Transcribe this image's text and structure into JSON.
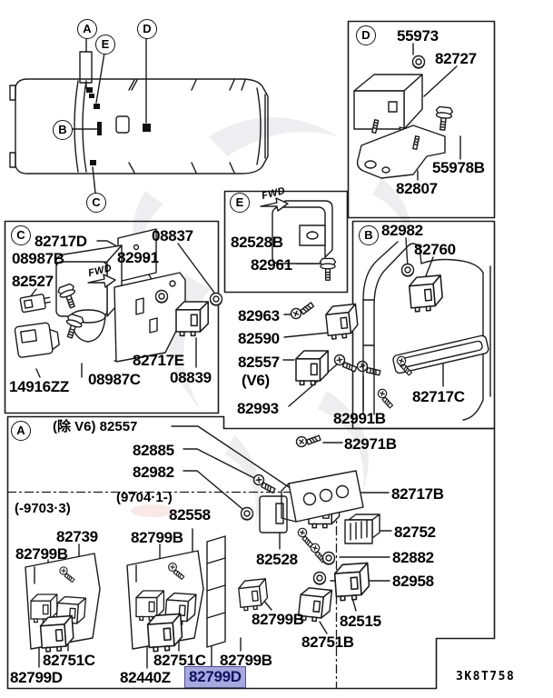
{
  "page": {
    "highlight_bg": "#a6a9de",
    "highlight_border": "#4a4fa0",
    "highlight_text_color": "#101060",
    "line_color": "#1a1a1a"
  },
  "car": {
    "callout_a": "A",
    "callout_e": "E",
    "callout_d": "D",
    "callout_b": "B",
    "callout_c": "C"
  },
  "sec_d": {
    "letter": "D",
    "p1": "55973",
    "p2": "82727",
    "p3": "55978B",
    "p4": "82807"
  },
  "sec_c": {
    "letter": "C",
    "fwd": "FWD",
    "p1": "82717D",
    "p2": "08837",
    "p3": "08987B",
    "p4": "82991",
    "p5": "82527",
    "p6": "82717E",
    "p7": "08987C",
    "p8": "08839",
    "p9": "14916ZZ"
  },
  "sec_e": {
    "letter": "E",
    "fwd": "FWD",
    "p1": "82528B",
    "p2": "82961"
  },
  "mid": {
    "p1": "82963",
    "p2": "82590",
    "p3": "82557",
    "p3_note": "(V6)",
    "p4": "82993",
    "p5": "82991B"
  },
  "sec_b": {
    "letter": "B",
    "p1": "82982",
    "p2": "82760",
    "p3": "82717C"
  },
  "sec_a": {
    "letter": "A",
    "note_v6": "(除 V6) 82557",
    "p_885": "82885",
    "p_982": "82982",
    "range_new": "(9704·1-)",
    "range_old": "(-9703·3)",
    "old_p1": "82739",
    "old_p2": "82799B",
    "old_p3": "82751C",
    "old_p4": "82799D",
    "new_p1": "82558",
    "new_p2": "82799B",
    "new_p3": "82528",
    "new_p4": "82799B",
    "new_p5": "82751B",
    "new_p6": "82799B",
    "new_p7": "82751C",
    "new_p8": "82440Z",
    "new_p9": "82799D",
    "r_p1": "82971B",
    "r_p2": "82717B",
    "r_p3": "82752",
    "r_p4": "82882",
    "r_p5": "82958",
    "r_p6": "82515"
  },
  "footer": {
    "code": "3K8T758"
  }
}
